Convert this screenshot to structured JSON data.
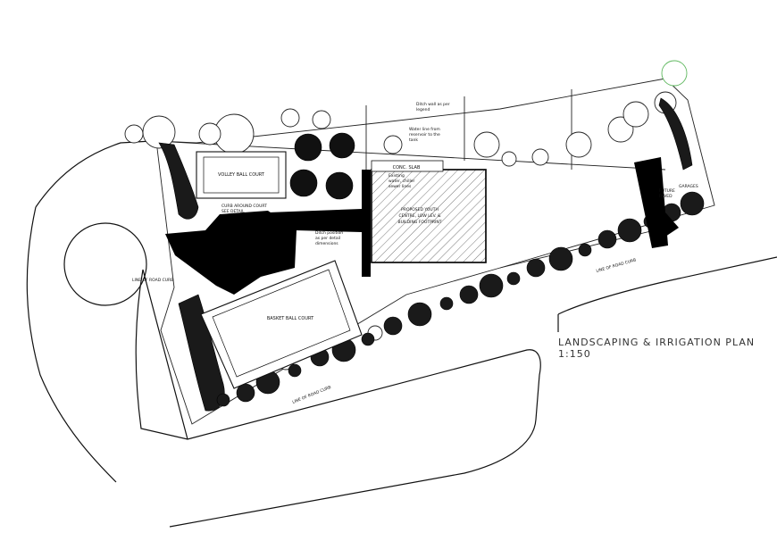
{
  "drawing": {
    "title": "LANDSCAPING & IRRIGATION PLAN",
    "scale": "1:150"
  },
  "labels": {
    "volley_ball_court": "VOLLEY BALL COURT",
    "basket_ball_court": "BASKET BALL COURT",
    "curb_around_court": "CURB AROUND COURT",
    "see_detail": "SEE DETAIL",
    "ditch_wall_1": "Ditch wall as per",
    "ditch_wall_2": "legend",
    "water_line_1": "Water line from",
    "water_line_2": "reservoir to the",
    "water_line_3": "tank",
    "concrete_slab": "CONC. SLAB",
    "proposed_1": "PROPOSED YOUTH",
    "proposed_2": "CENTRE, LOW LEV. &",
    "proposed_3": "BUILDING FOOTPRINT",
    "existing_1": "Existing",
    "existing_2": "water, chiller",
    "existing_3": "sewer lines",
    "ditch_1": "Ditch position",
    "ditch_2": "as per detail",
    "ditch_3": "dimensions",
    "future_1": "FUTURE",
    "future_2": "PAVED",
    "garages": "GARAGES",
    "line_of_road_curb_left": "LINE OF ROAD CURB",
    "line_of_road_curb_right": "LINE OF ROAD CURB",
    "line_of_road_curb_bottom": "LINE OF ROAD CURB"
  },
  "colors": {
    "ink": "#111111",
    "hatch": "#555555",
    "marker": "#5fb85f"
  }
}
